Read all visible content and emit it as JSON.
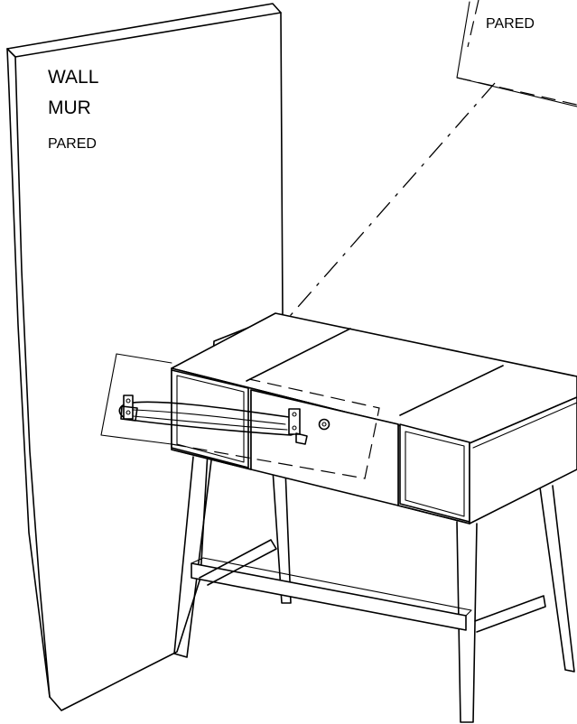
{
  "wall_label": {
    "line1": "WALL",
    "line2": "MUR",
    "line3": "PARED"
  },
  "detail_label": {
    "text": "PARED"
  },
  "colors": {
    "line": "#000000",
    "background": "#ffffff"
  }
}
